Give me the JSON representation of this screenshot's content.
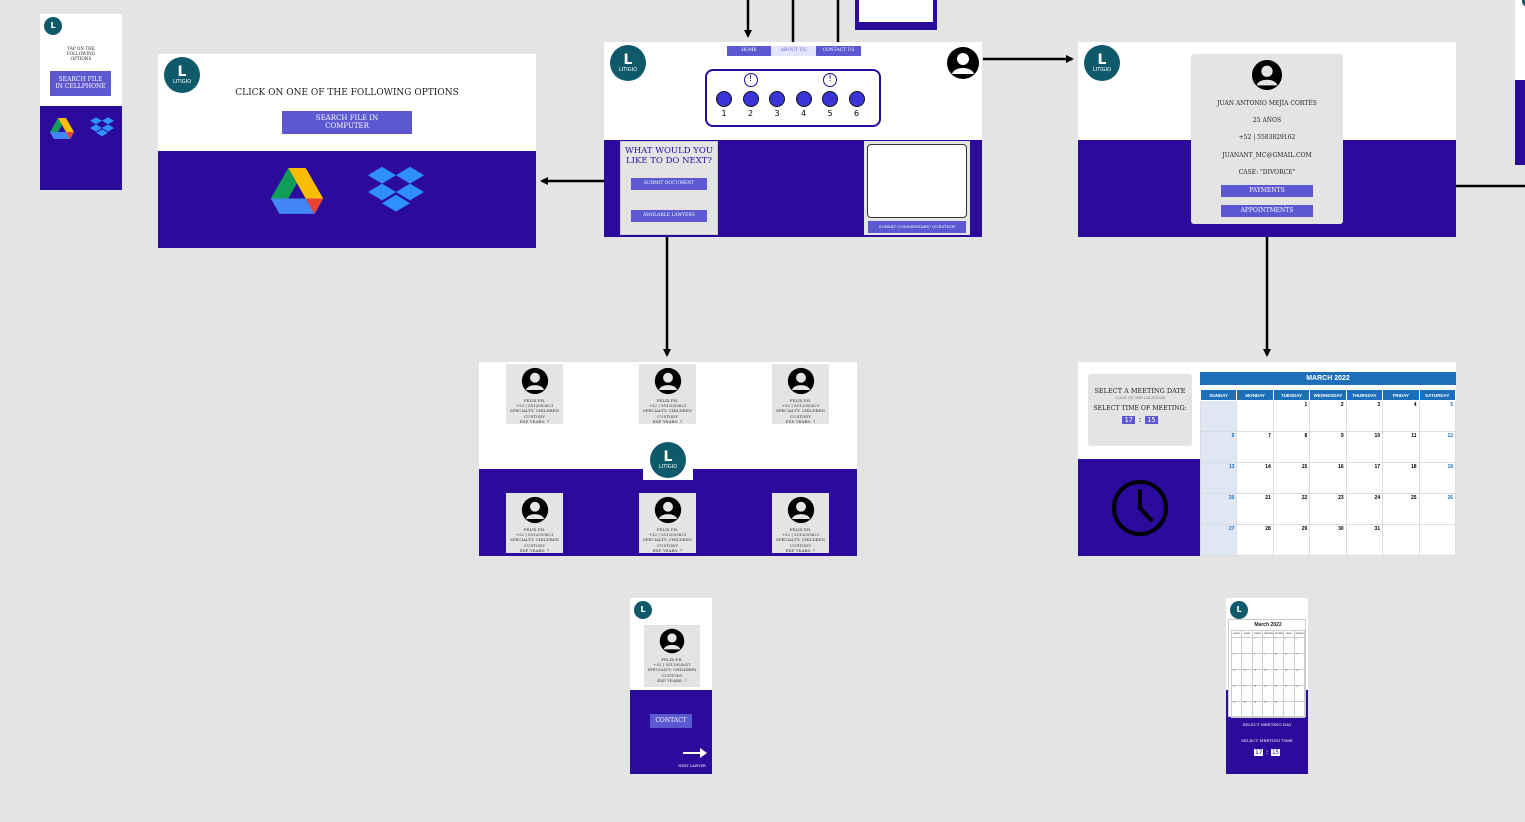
{
  "colors": {
    "canvas": "#e4e4e4",
    "purple": "#2b0a9c",
    "button": "#5b58d2",
    "logo": "#0e5a6b",
    "calendar_header": "#1c6fb8"
  },
  "logo": {
    "mark": "L",
    "word": "LITIGIO"
  },
  "mobile_upload": {
    "prompt": "TAP ON THE FOLLOWING OPTIONS",
    "button": "SEARCH FILE IN CELLPHONE",
    "icons": [
      "google-drive-icon",
      "dropbox-icon"
    ]
  },
  "desktop_upload": {
    "prompt": "CLICK ON ONE OF THE FOLLOWING OPTIONS",
    "button": "SEARCH FILE IN COMPUTER",
    "icons": [
      "google-drive-icon",
      "dropbox-icon"
    ]
  },
  "home": {
    "nav": [
      "HOME",
      "ABOUT US",
      "CONTACT US"
    ],
    "steps": [
      "1",
      "2",
      "3",
      "4",
      "5",
      "6"
    ],
    "alerts_on_steps": [
      "2",
      "5"
    ],
    "question": "WHAT WOULD YOU LIKE TO DO NEXT?",
    "submit_document": "SUBMIT DOCUMENT",
    "available_lawyers": "AVAILABLE LAWYERS",
    "submit_commentary": "SUBMIT COMMENTARY/ QUESTION"
  },
  "profile": {
    "name": "JUAN ANTONIO MEJÍA CORTÉS",
    "age": "25 AÑOS",
    "phone": "+52 | 5583829162",
    "email": "JUANANT_MC@GMAIL.COM",
    "case": "CASE: \"DIVORCE\"",
    "payments": "PAYMENTS",
    "appointments": "APPOINTMENTS"
  },
  "lawyers": {
    "cards": [
      {
        "name": "FELIX P.R.",
        "phone": "+52 | 5512055621",
        "specialty": "SPECIALTY: CHILDREN CUSTODY",
        "exp": "EXP. YEARS: 7"
      },
      {
        "name": "FELIX P.R.",
        "phone": "+52 | 5512055621",
        "specialty": "SPECIALTY: CHILDREN CUSTODY",
        "exp": "EXP. YEARS: 7"
      },
      {
        "name": "FELIX P.R.",
        "phone": "+52 | 5512055621",
        "specialty": "SPECIALTY: CHILDREN CUSTODY",
        "exp": "EXP. YEARS: 7"
      },
      {
        "name": "FELIX P.R.",
        "phone": "+52 | 5512055621",
        "specialty": "SPECIALTY: CHILDREN CUSTODY",
        "exp": "EXP. YEARS: 7"
      },
      {
        "name": "FELIX P.R.",
        "phone": "+52 | 5512055621",
        "specialty": "SPECIALTY: CHILDREN CUSTODY",
        "exp": "EXP. YEARS: 7"
      },
      {
        "name": "FELIX P.R.",
        "phone": "+52 | 5512055621",
        "specialty": "SPECIALTY: CHILDREN CUSTODY",
        "exp": "EXP. YEARS: 7"
      }
    ]
  },
  "mobile_lawyer": {
    "card": {
      "name": "FELIX P.R.",
      "phone": "+52 | 5512055621",
      "specialty": "SPECIALTY: CHILDREN CUSTODY",
      "exp": "EXP. YEARS: 7"
    },
    "contact": "CONTACT",
    "next": "NEXT LAWYER"
  },
  "meeting": {
    "select_date": "SELECT A MEETING DATE",
    "hint": "CLICK ON THE CALENDAR",
    "select_time": "SELECT TIME OF MEETING:",
    "hour": "17",
    "minute": "15",
    "separator": ":",
    "calendar_title": "MARCH 2022",
    "weekdays": [
      "SUNDAY",
      "MONDAY",
      "TUESDAY",
      "WEDNESDAY",
      "THURSDAY",
      "FRIDAY",
      "SATURDAY"
    ],
    "weeks": [
      [
        "",
        "",
        "1",
        "2",
        "3",
        "4",
        "5"
      ],
      [
        "6",
        "7",
        "8",
        "9",
        "10",
        "11",
        "12"
      ],
      [
        "13",
        "14",
        "15",
        "16",
        "17",
        "18",
        "19"
      ],
      [
        "20",
        "21",
        "22",
        "23",
        "24",
        "25",
        "26"
      ],
      [
        "27",
        "28",
        "29",
        "30",
        "31",
        "",
        ""
      ]
    ]
  },
  "mobile_meeting": {
    "calendar_title": "March 2022",
    "select_day": "SELECT MEETING DAY",
    "select_time": "SELECT MEETING TIME",
    "hour": "17",
    "minute": "15",
    "separator": ":"
  }
}
